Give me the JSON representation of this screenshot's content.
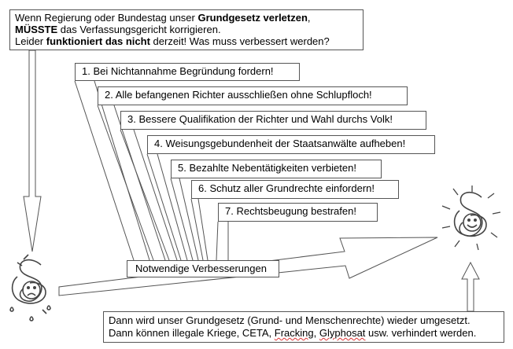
{
  "intro": {
    "line1_a": "Wenn Regierung oder Bundestag unser ",
    "line1_b": "Grundgesetz verletzen",
    "line1_c": ",",
    "line2_a": "MÜSSTE",
    "line2_b": " das Verfassungsgericht korrigieren.",
    "line3_a": "Leider ",
    "line3_b": "funktioniert das nicht",
    "line3_c": " derzeit! Was muss verbessert werden?"
  },
  "steps": [
    "1. Bei Nichtannahme Begründung fordern!",
    "2. Alle befangenen Richter ausschließen ohne Schlupfloch!",
    "3. Bessere Qualifikation der Richter und Wahl durchs Volk!",
    "4. Weisungsgebundenheit der Staatsanwälte aufheben!",
    "5. Bezahlte Nebentätigkeiten verbieten!",
    "6. Schutz aller Grundrechte einfordern!",
    "7. Rechtsbeugung bestrafen!"
  ],
  "center_label": "Notwendige Verbesserungen",
  "outcome": {
    "line1": "Dann wird unser Grundgesetz (Grund- und Menschenrechte) wieder umgesetzt.",
    "line2_a": "Dann können illegale Kriege, CETA, ",
    "line2_b": "Fracking",
    "line2_c": ", ",
    "line2_d": "Glyphosat",
    "line2_e": " usw. verhindert werden."
  },
  "icons": {
    "sad": "sad-paragraph-icon",
    "happy": "happy-paragraph-icon"
  },
  "colors": {
    "line": "#555555",
    "spellcheck": "#dd3333"
  }
}
